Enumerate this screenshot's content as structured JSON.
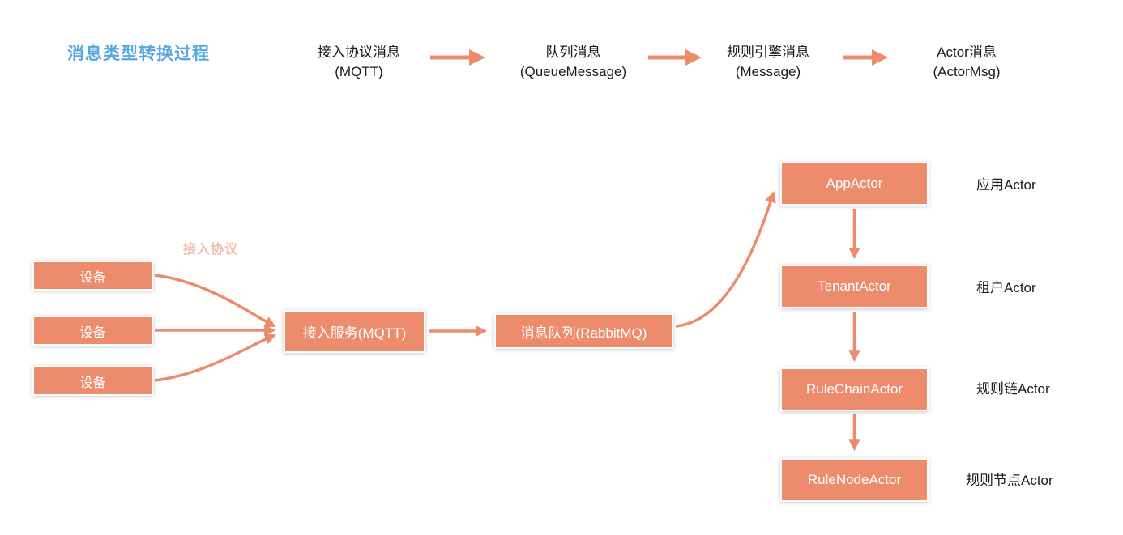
{
  "title": "消息类型转换过程",
  "colors": {
    "accent": "#EC8C6D",
    "title": "#57A7DD",
    "text": "#1A1A1A",
    "box_text": "#FFFFFF",
    "watermark": "#EFC0AE",
    "background": "#FFFFFF"
  },
  "top_flow": {
    "steps": [
      {
        "line1": "接入协议消息",
        "line2": "(MQTT)"
      },
      {
        "line1": "队列消息",
        "line2": "(QueueMessage)"
      },
      {
        "line1": "规则引擎消息",
        "line2": "(Message)"
      },
      {
        "line1": "Actor消息",
        "line2": "(ActorMsg)"
      }
    ]
  },
  "pipeline": {
    "devices": [
      {
        "label": "设备"
      },
      {
        "label": "设备"
      },
      {
        "label": "设备"
      }
    ],
    "protocol_note": "接入协议",
    "access_service": "接入服务(MQTT)",
    "message_queue": "消息队列(RabbitMQ)"
  },
  "actor_chain": [
    {
      "label": "AppActor",
      "annotation": "应用Actor"
    },
    {
      "label": "TenantActor",
      "annotation": "租户Actor"
    },
    {
      "label": "RuleChainActor",
      "annotation": "规则链Actor"
    },
    {
      "label": "RuleNodeActor",
      "annotation": "规则节点Actor"
    }
  ]
}
